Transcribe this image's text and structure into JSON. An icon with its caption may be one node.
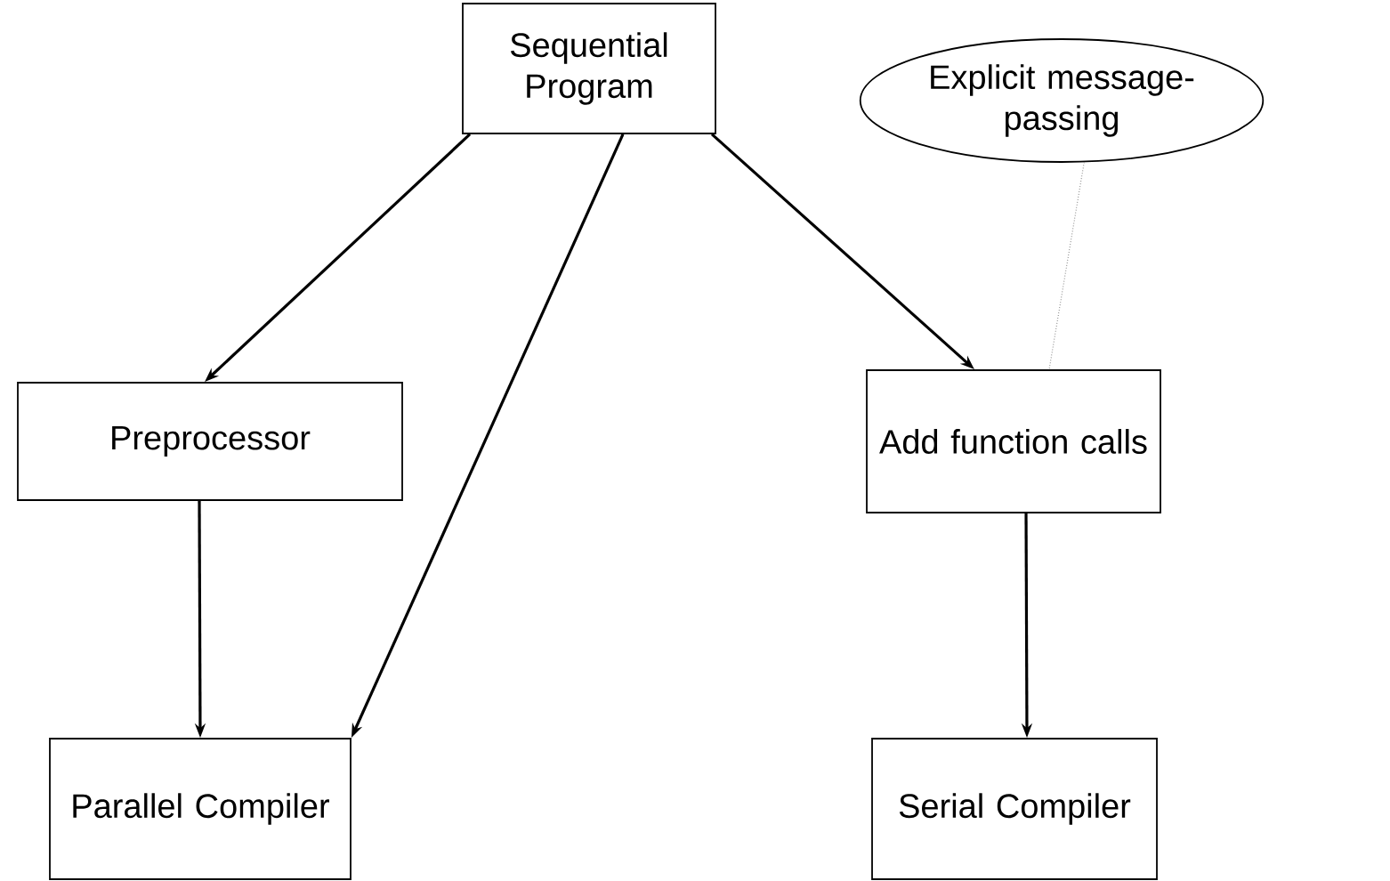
{
  "diagram": {
    "nodes": [
      {
        "text": [
          "Sequential Program"
        ]
      },
      {
        "text": [
          "Explicit message-passing"
        ]
      },
      {
        "text": [
          "Preprocessor"
        ]
      },
      {
        "text": [
          "Add function calls"
        ]
      },
      {
        "text": [
          "Parallel Compiler"
        ]
      },
      {
        "text": [
          "Serial Compiler"
        ]
      }
    ],
    "edges": [
      {
        "from": 0,
        "to": 2,
        "arrow": "to"
      },
      {
        "from": 0,
        "to": 4,
        "arrow": "to"
      },
      {
        "from": 0,
        "to": 3,
        "arrow": "to"
      },
      {
        "from": 2,
        "to": 4,
        "arrow": "to"
      },
      {
        "from": 3,
        "to": 5,
        "arrow": "to"
      },
      {
        "from": 1,
        "to": 3,
        "arrow": "none",
        "style": "dashed",
        "color": "#808080"
      }
    ]
  }
}
